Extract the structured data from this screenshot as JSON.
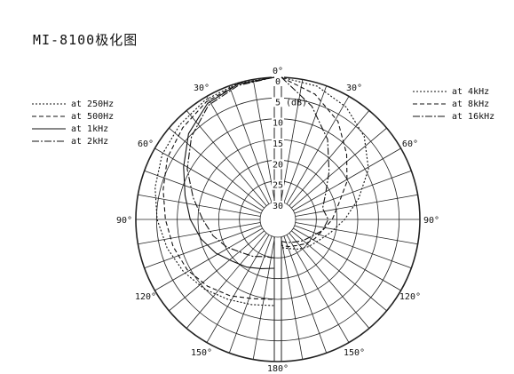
{
  "title": "MI-8100极化图",
  "chart_data": {
    "type": "polar",
    "unit": "(dB)",
    "ring_labels": [
      "0",
      "5",
      "10",
      "15",
      "20",
      "25",
      "30"
    ],
    "angle_labels": [
      {
        "angle": 0,
        "text": "0°"
      },
      {
        "angle": 30,
        "text": "30°"
      },
      {
        "angle": 60,
        "text": "60°"
      },
      {
        "angle": 90,
        "text": "90°"
      },
      {
        "angle": 120,
        "text": "120°"
      },
      {
        "angle": 150,
        "text": "150°"
      },
      {
        "angle": 180,
        "text": "180°"
      },
      {
        "angle": -150,
        "text": "150°"
      },
      {
        "angle": -120,
        "text": "120°"
      },
      {
        "angle": -90,
        "text": "90°"
      },
      {
        "angle": -60,
        "text": "60°"
      },
      {
        "angle": -30,
        "text": "30°"
      }
    ],
    "rlim": [
      0,
      30
    ],
    "series": [
      {
        "name": "at 250Hz",
        "side": "left",
        "dash": "2,2",
        "angles": [
          0,
          15,
          30,
          45,
          60,
          75,
          90,
          105,
          120,
          135,
          150,
          165,
          180
        ],
        "values": [
          0,
          0.3,
          1,
          2,
          3,
          4.5,
          6,
          7.5,
          9,
          10.5,
          12,
          13,
          13.5
        ]
      },
      {
        "name": "at 500Hz",
        "side": "left",
        "dash": "5,3",
        "angles": [
          0,
          15,
          30,
          45,
          60,
          75,
          90,
          105,
          120,
          135,
          150,
          165,
          180
        ],
        "values": [
          0,
          0.5,
          1.5,
          3,
          4.5,
          6.5,
          8,
          9,
          10,
          11.5,
          13,
          14.5,
          15
        ]
      },
      {
        "name": "at 1kHz",
        "side": "left",
        "dash": "",
        "angles": [
          0,
          15,
          30,
          45,
          60,
          75,
          90,
          105,
          120,
          135,
          150,
          165,
          180
        ],
        "values": [
          0,
          0.5,
          2,
          5,
          9,
          12,
          14,
          16,
          18,
          20,
          21,
          22,
          22.5
        ]
      },
      {
        "name": "at 2kHz",
        "side": "left",
        "dash": "8,2,2,2",
        "angles": [
          0,
          15,
          30,
          45,
          60,
          75,
          90,
          105,
          120,
          135,
          150,
          165,
          180
        ],
        "values": [
          0,
          0.8,
          2.5,
          6,
          10,
          14,
          17,
          19,
          21,
          23,
          24,
          25,
          25
        ]
      },
      {
        "name": "at 4kHz",
        "side": "right",
        "dash": "2,2",
        "angles": [
          0,
          15,
          30,
          45,
          60,
          75,
          90,
          105,
          120,
          135,
          150,
          165,
          180
        ],
        "values": [
          0,
          1,
          3,
          6,
          10,
          15,
          19,
          22,
          24,
          25,
          26,
          27,
          27.5
        ]
      },
      {
        "name": "at 8kHz",
        "side": "right",
        "dash": "5,3",
        "angles": [
          0,
          15,
          30,
          45,
          60,
          75,
          90,
          105,
          120,
          135,
          150,
          165,
          180
        ],
        "values": [
          0,
          3,
          7,
          12,
          16,
          20,
          22,
          24,
          25,
          26,
          27,
          27.5,
          28
        ]
      },
      {
        "name": "at 16kHz",
        "side": "right",
        "dash": "8,2,2,2",
        "angles": [
          0,
          15,
          30,
          45,
          60,
          75,
          90,
          105,
          120,
          135,
          150,
          165,
          180
        ],
        "values": [
          0,
          6,
          12,
          18,
          22,
          24,
          23,
          24,
          26,
          27,
          28,
          28.5,
          29
        ]
      }
    ]
  }
}
